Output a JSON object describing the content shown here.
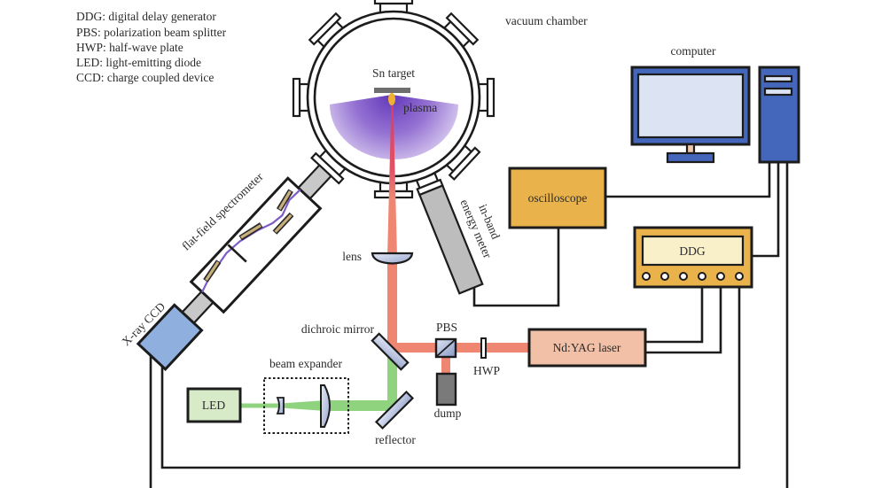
{
  "legend": [
    "DDG: digital delay generator",
    "PBS: polarization beam splitter",
    "HWP: half-wave plate",
    "LED: light-emitting diode",
    "CCD: charge coupled device"
  ],
  "labels": {
    "vacuum_chamber": "vacuum chamber",
    "sn_target": "Sn target",
    "plasma": "plasma",
    "computer": "computer",
    "oscilloscope": "oscilloscope",
    "energy_meter_line1": "in-band",
    "energy_meter_line2": "energy meter",
    "ddg": "DDG",
    "spectrometer": "flat-field spectrometer",
    "xray_ccd": "X-ray CCD",
    "lens": "lens",
    "dichroic_mirror": "dichroic mirror",
    "pbs": "PBS",
    "hwp": "HWP",
    "dump": "dump",
    "laser": "Nd:YAG laser",
    "beam_expander": "beam expander",
    "led": "LED",
    "reflector": "reflector"
  },
  "colors": {
    "laser_beam": "#ee8672",
    "led_beam": "#8fd37e",
    "oscilloscope": "#e9b24a",
    "ddg": "#e9b24a",
    "ddg_display": "#f9efc8",
    "laser": "#f2c0a6",
    "led": "#d8ebc8",
    "ccd": "#8fb0de",
    "computer": "#4466bb",
    "screen": "#dce4f4",
    "energy_meter": "#bdbdbd",
    "dump": "#7a7a7a",
    "target": "#6e6e6e",
    "plasma_core": "#f0b030",
    "xray_path": "#7e5cc8"
  }
}
